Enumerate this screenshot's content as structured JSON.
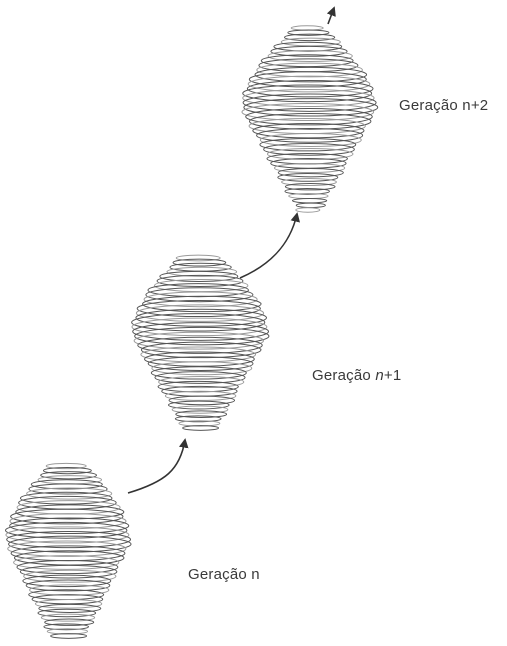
{
  "labels": {
    "gen_n2": {
      "prefix": "Geração n+2",
      "var": "",
      "suffix": ""
    },
    "gen_n1": {
      "prefix": "Geração ",
      "var": "n",
      "suffix": "+1"
    },
    "gen_n0": {
      "prefix": "Geração n",
      "var": "",
      "suffix": ""
    }
  },
  "colors": {
    "stroke": "#555555",
    "stroke_light": "#9a9a9a",
    "arrow": "#333333"
  }
}
